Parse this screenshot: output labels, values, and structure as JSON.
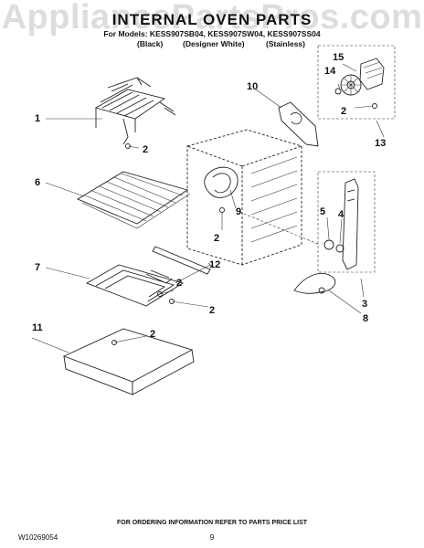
{
  "watermark": "AppliancePartsPros.com",
  "title": "INTERNAL OVEN PARTS",
  "subtitle": "For Models: KESS907SB04, KESS907SW04, KESS907SS04",
  "variants": [
    "(Black)",
    "(Designer White)",
    "(Stainless)"
  ],
  "callouts": [
    "1",
    "2",
    "6",
    "2",
    "7",
    "2",
    "2",
    "11",
    "2",
    "10",
    "9",
    "12",
    "15",
    "14",
    "2",
    "13",
    "5",
    "4",
    "3",
    "8"
  ],
  "footer": {
    "ordering_note": "FOR ORDERING INFORMATION REFER TO PARTS PRICE LIST",
    "doc_number": "W10269054",
    "page_number": "9"
  }
}
